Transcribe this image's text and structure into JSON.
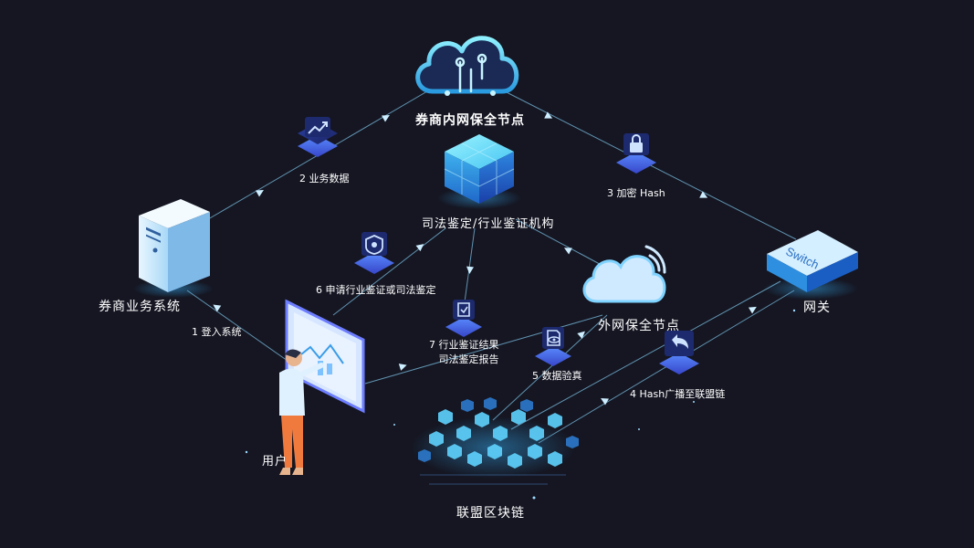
{
  "diagram": {
    "nodes": {
      "broker_intranet_node": "券商内网保全节点",
      "judicial_institution": "司法鉴定/行业鉴证机构",
      "broker_business_system": "券商业务系统",
      "gateway": "网关",
      "external_node": "外网保全节点",
      "user": "用户",
      "consortium_chain": "联盟区块链"
    },
    "steps": {
      "step1": "1  登入系统",
      "step2": "2  业务数据",
      "step3": "3 加密 Hash",
      "step4": "4  Hash广播至联盟链",
      "step5": "5 数据验真",
      "step6": "6  申请行业鉴证或司法鉴定",
      "step7_line1": "7 行业鉴证结果",
      "step7_line2": "司法鉴定报告"
    },
    "device_labels": {
      "switch": "Switch"
    },
    "icons": {
      "broker_intranet_node": "cloud-circuit-icon",
      "judicial_institution": "cube-stack-icon",
      "broker_business_system": "server-icon",
      "gateway": "switch-icon",
      "external_node": "cloud-wifi-icon",
      "user": "user-at-screen-icon",
      "consortium_chain": "blockchain-cubes-icon",
      "step2": "trend-up-icon",
      "step3": "lock-icon",
      "step4": "return-arrow-icon",
      "step5": "eye-document-icon",
      "step6": "certificate-badge-icon",
      "step7": "check-document-icon"
    },
    "colors": {
      "background": "#151622",
      "line": "#6fa9c9",
      "accent_cyan": "#4fd6ff",
      "accent_blue": "#3a6cf0",
      "text": "#ffffff"
    }
  }
}
